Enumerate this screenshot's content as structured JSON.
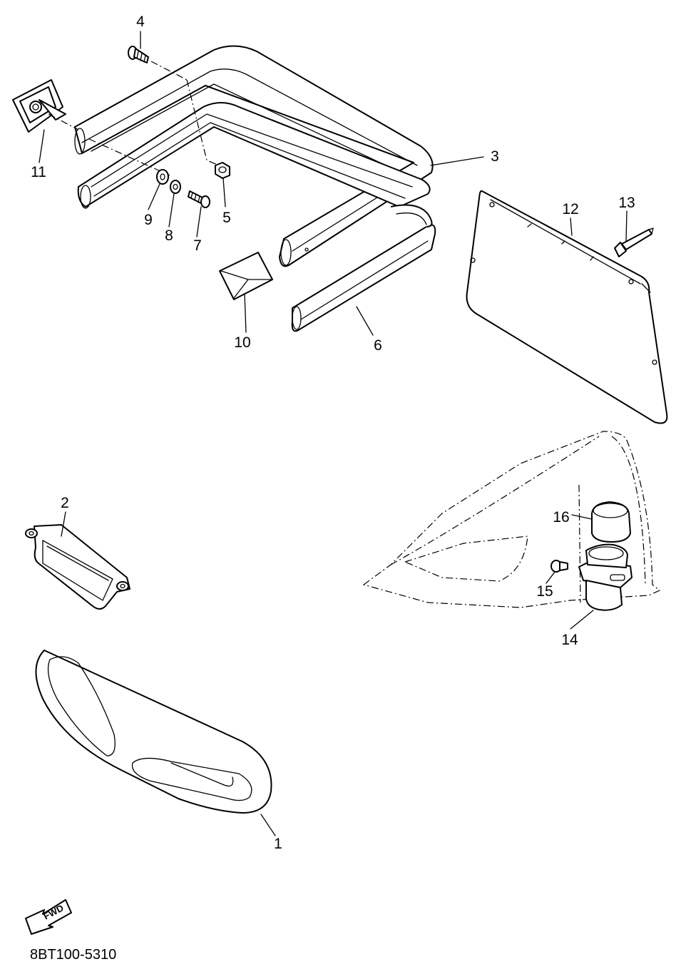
{
  "diagram": {
    "part_numbers": [
      "1",
      "2",
      "3",
      "4",
      "5",
      "6",
      "7",
      "8",
      "9",
      "10",
      "11",
      "12",
      "13",
      "14",
      "15",
      "16"
    ],
    "fwd_label": "FWD",
    "drawing_code": "8BT100-5310"
  }
}
